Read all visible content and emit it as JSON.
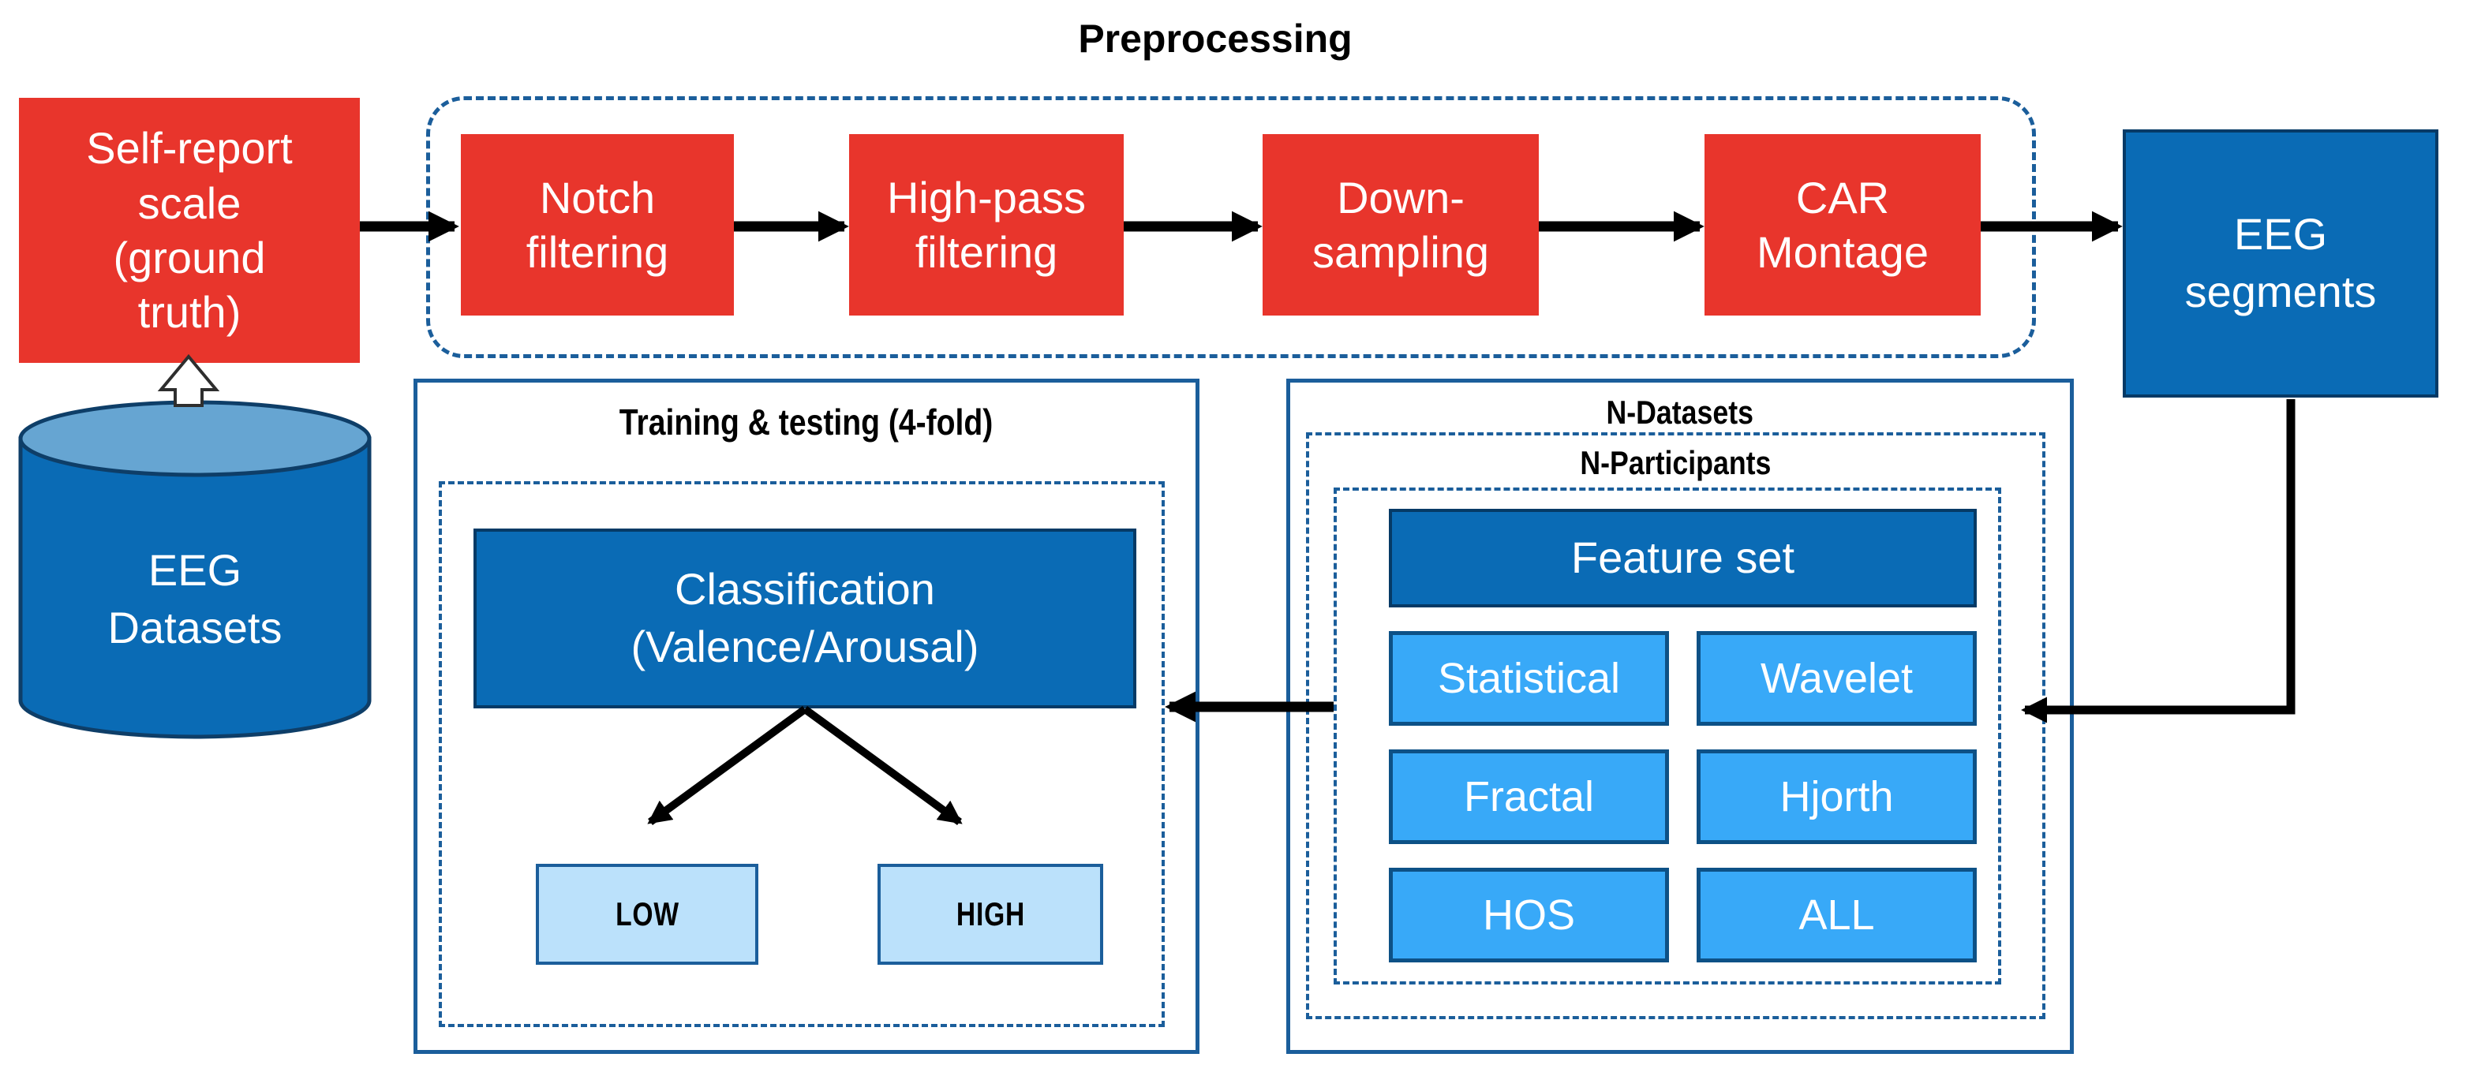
{
  "preprocessing": {
    "title": "Preprocessing",
    "steps": [
      "Notch\nfiltering",
      "High-pass\nfiltering",
      "Down-\nsampling",
      "CAR\nMontage"
    ]
  },
  "nodes": {
    "self_report": "Self-report\nscale\n(ground\ntruth)",
    "eeg_datasets": "EEG\nDatasets",
    "eeg_segments": "EEG\nsegments",
    "classification": "Classification\n(Valence/Arousal)"
  },
  "training": {
    "title": "Training & testing (4-fold)",
    "outputs": [
      "LOW",
      "HIGH"
    ]
  },
  "features": {
    "outer_label": "N-Datasets",
    "inner_label": "N-Participants",
    "header": "Feature set",
    "items": [
      "Statistical",
      "Wavelet",
      "Fractal",
      "Hjorth",
      "HOS",
      "ALL"
    ]
  },
  "colors": {
    "red": "#e8352c",
    "blue_dark": "#0a6bb5",
    "blue_light": "#38a9f8",
    "blue_pale": "#bbe1fb",
    "border_blue": "#1b5e9b",
    "border_navy": "#053a66",
    "cylinder_top": "#66a5d2",
    "cylinder_outline": "#0e3e68",
    "arrow": "#000000",
    "text_light": "#ffffff",
    "text_dark": "#000000"
  }
}
